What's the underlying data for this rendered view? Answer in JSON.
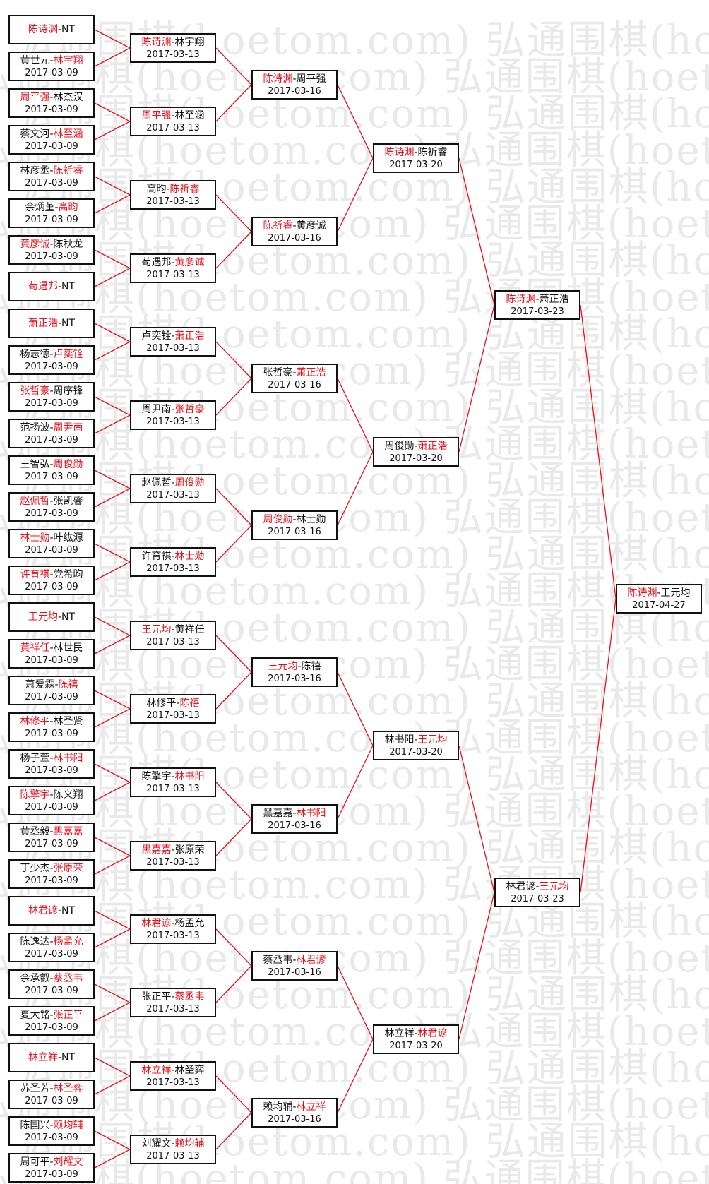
{
  "watermark": "弘通围棋(hoetom.com)",
  "colors": {
    "winner": "#e8101a",
    "line": "#e8101a",
    "border": "#111111"
  },
  "rounds": [
    [
      {
        "p1": "陈诗渊",
        "p2": "NT",
        "winner": 1,
        "date": ""
      },
      {
        "p1": "黄世元",
        "p2": "林宇翔",
        "winner": 2,
        "date": "2017-03-09"
      },
      {
        "p1": "周平强",
        "p2": "林杰汉",
        "winner": 1,
        "date": "2017-03-09"
      },
      {
        "p1": "蔡文河",
        "p2": "林至涵",
        "winner": 2,
        "date": "2017-03-09"
      },
      {
        "p1": "林彦丞",
        "p2": "陈祈睿",
        "winner": 2,
        "date": "2017-03-09"
      },
      {
        "p1": "余炳堇",
        "p2": "高昀",
        "winner": 2,
        "date": "2017-03-09"
      },
      {
        "p1": "黄彦诚",
        "p2": "陈秋龙",
        "winner": 1,
        "date": "2017-03-09"
      },
      {
        "p1": "苟遇邦",
        "p2": "NT",
        "winner": 1,
        "date": ""
      },
      {
        "p1": "萧正浩",
        "p2": "NT",
        "winner": 1,
        "date": ""
      },
      {
        "p1": "杨志德",
        "p2": "卢奕铨",
        "winner": 2,
        "date": "2017-03-09"
      },
      {
        "p1": "张哲豪",
        "p2": "周序锋",
        "winner": 1,
        "date": "2017-03-09"
      },
      {
        "p1": "范扬波",
        "p2": "周尹南",
        "winner": 2,
        "date": "2017-03-09"
      },
      {
        "p1": "王智弘",
        "p2": "周俊勋",
        "winner": 2,
        "date": "2017-03-09"
      },
      {
        "p1": "赵佩哲",
        "p2": "张凯馨",
        "winner": 1,
        "date": "2017-03-09"
      },
      {
        "p1": "林士勋",
        "p2": "叶纮源",
        "winner": 1,
        "date": "2017-03-09"
      },
      {
        "p1": "许育祺",
        "p2": "党希昀",
        "winner": 1,
        "date": "2017-03-09"
      },
      {
        "p1": "王元均",
        "p2": "NT",
        "winner": 1,
        "date": ""
      },
      {
        "p1": "黄祥任",
        "p2": "林世民",
        "winner": 1,
        "date": "2017-03-09"
      },
      {
        "p1": "萧爱霖",
        "p2": "陈禧",
        "winner": 2,
        "date": "2017-03-09"
      },
      {
        "p1": "林修平",
        "p2": "林圣贤",
        "winner": 1,
        "date": "2017-03-09"
      },
      {
        "p1": "杨子萱",
        "p2": "林书阳",
        "winner": 2,
        "date": "2017-03-09"
      },
      {
        "p1": "陈擎宇",
        "p2": "陈义翔",
        "winner": 1,
        "date": "2017-03-09"
      },
      {
        "p1": "黄丞毅",
        "p2": "黑嘉嘉",
        "winner": 2,
        "date": "2017-03-09"
      },
      {
        "p1": "丁少杰",
        "p2": "张原荣",
        "winner": 2,
        "date": "2017-03-09"
      },
      {
        "p1": "林君谚",
        "p2": "NT",
        "winner": 1,
        "date": ""
      },
      {
        "p1": "陈逸达",
        "p2": "杨孟允",
        "winner": 2,
        "date": "2017-03-09"
      },
      {
        "p1": "余承叡",
        "p2": "蔡丞韦",
        "winner": 2,
        "date": "2017-03-09"
      },
      {
        "p1": "夏大铭",
        "p2": "张正平",
        "winner": 2,
        "date": "2017-03-09"
      },
      {
        "p1": "林立祥",
        "p2": "NT",
        "winner": 1,
        "date": ""
      },
      {
        "p1": "苏圣芳",
        "p2": "林圣弈",
        "winner": 2,
        "date": "2017-03-09"
      },
      {
        "p1": "陈国兴",
        "p2": "赖均辅",
        "winner": 2,
        "date": "2017-03-09"
      },
      {
        "p1": "周可平",
        "p2": "刘耀文",
        "winner": 2,
        "date": "2017-03-09"
      }
    ],
    [
      {
        "p1": "陈诗渊",
        "p2": "林宇翔",
        "winner": 1,
        "date": "2017-03-13"
      },
      {
        "p1": "周平强",
        "p2": "林至涵",
        "winner": 1,
        "date": "2017-03-13"
      },
      {
        "p1": "高昀",
        "p2": "陈祈睿",
        "winner": 2,
        "date": "2017-03-13"
      },
      {
        "p1": "苟遇邦",
        "p2": "黄彦诚",
        "winner": 2,
        "date": "2017-03-13"
      },
      {
        "p1": "卢奕铨",
        "p2": "萧正浩",
        "winner": 2,
        "date": "2017-03-13"
      },
      {
        "p1": "周尹南",
        "p2": "张哲豪",
        "winner": 2,
        "date": "2017-03-13"
      },
      {
        "p1": "赵佩哲",
        "p2": "周俊勋",
        "winner": 2,
        "date": "2017-03-13"
      },
      {
        "p1": "许育祺",
        "p2": "林士勋",
        "winner": 2,
        "date": "2017-03-13"
      },
      {
        "p1": "王元均",
        "p2": "黄祥任",
        "winner": 1,
        "date": "2017-03-13"
      },
      {
        "p1": "林修平",
        "p2": "陈禧",
        "winner": 2,
        "date": "2017-03-13"
      },
      {
        "p1": "陈擎宇",
        "p2": "林书阳",
        "winner": 2,
        "date": "2017-03-13"
      },
      {
        "p1": "黑嘉嘉",
        "p2": "张原荣",
        "winner": 1,
        "date": "2017-03-13"
      },
      {
        "p1": "林君谚",
        "p2": "杨孟允",
        "winner": 1,
        "date": "2017-03-13"
      },
      {
        "p1": "张正平",
        "p2": "蔡丞韦",
        "winner": 2,
        "date": "2017-03-13"
      },
      {
        "p1": "林立祥",
        "p2": "林圣弈",
        "winner": 1,
        "date": "2017-03-13"
      },
      {
        "p1": "刘耀文",
        "p2": "赖均辅",
        "winner": 2,
        "date": "2017-03-13"
      }
    ],
    [
      {
        "p1": "陈诗渊",
        "p2": "周平强",
        "winner": 1,
        "date": "2017-03-16"
      },
      {
        "p1": "陈祈睿",
        "p2": "黄彦诚",
        "winner": 1,
        "date": "2017-03-16"
      },
      {
        "p1": "张哲豪",
        "p2": "萧正浩",
        "winner": 2,
        "date": "2017-03-16"
      },
      {
        "p1": "周俊勋",
        "p2": "林士勋",
        "winner": 1,
        "date": "2017-03-16"
      },
      {
        "p1": "王元均",
        "p2": "陈禧",
        "winner": 1,
        "date": "2017-03-16"
      },
      {
        "p1": "黑嘉嘉",
        "p2": "林书阳",
        "winner": 2,
        "date": "2017-03-16"
      },
      {
        "p1": "蔡丞韦",
        "p2": "林君谚",
        "winner": 2,
        "date": "2017-03-16"
      },
      {
        "p1": "赖均辅",
        "p2": "林立祥",
        "winner": 2,
        "date": "2017-03-16"
      }
    ],
    [
      {
        "p1": "陈诗渊",
        "p2": "陈祈睿",
        "winner": 1,
        "date": "2017-03-20"
      },
      {
        "p1": "周俊勋",
        "p2": "萧正浩",
        "winner": 2,
        "date": "2017-03-20"
      },
      {
        "p1": "林书阳",
        "p2": "王元均",
        "winner": 2,
        "date": "2017-03-20"
      },
      {
        "p1": "林立祥",
        "p2": "林君谚",
        "winner": 2,
        "date": "2017-03-20"
      }
    ],
    [
      {
        "p1": "陈诗渊",
        "p2": "萧正浩",
        "winner": 1,
        "date": "2017-03-23"
      },
      {
        "p1": "林君谚",
        "p2": "王元均",
        "winner": 2,
        "date": "2017-03-23"
      }
    ],
    [
      {
        "p1": "陈诗渊",
        "p2": "王元均",
        "winner": 1,
        "date": "2017-04-27"
      }
    ]
  ]
}
